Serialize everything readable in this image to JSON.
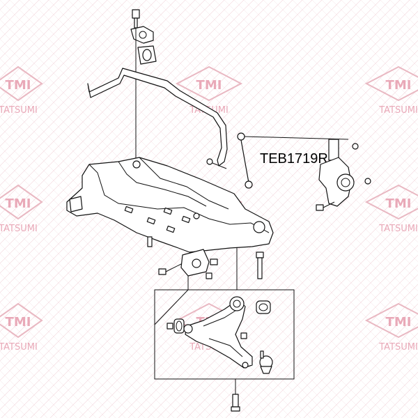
{
  "watermark": {
    "logo_text": "TMI",
    "brand_text": "TATSUMI",
    "color": "#e9a9b8"
  },
  "diagram": {
    "part_number_label": "TEB1719R",
    "callout_color": "#000000",
    "line_color": "#111111"
  }
}
